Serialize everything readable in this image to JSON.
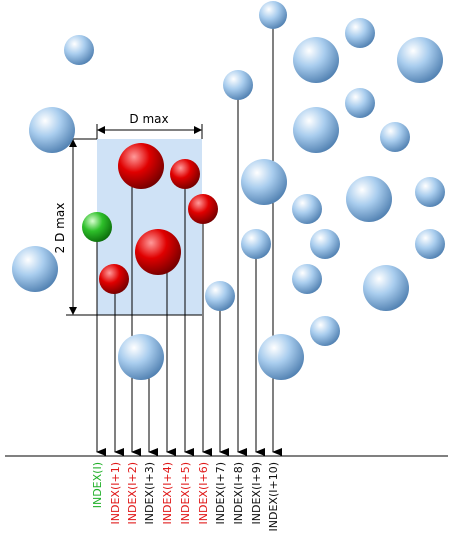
{
  "dimensions": {
    "width_label": "D max",
    "height_label": "2 D max"
  },
  "colors": {
    "current_particle": "#22c11f",
    "in_window_particle": "#d40000",
    "other_particle": "#8fbbe3",
    "window_fill": "#cfe2f6",
    "current_label": "#22b02a",
    "in_window_label": "#e01818",
    "out_window_label": "#111111"
  },
  "index_labels": [
    {
      "text": "INDEX(I)",
      "status": "current"
    },
    {
      "text": "INDEX(I+1)",
      "status": "in_window"
    },
    {
      "text": "INDEX(I+2)",
      "status": "in_window"
    },
    {
      "text": "INDEX(I+3)",
      "status": "out_window"
    },
    {
      "text": "INDEX(I+4)",
      "status": "in_window"
    },
    {
      "text": "INDEX(I+5)",
      "status": "in_window"
    },
    {
      "text": "INDEX(I+6)",
      "status": "in_window"
    },
    {
      "text": "INDEX(I+7)",
      "status": "out_window"
    },
    {
      "text": "INDEX(I+8)",
      "status": "out_window"
    },
    {
      "text": "INDEX(I+9)",
      "status": "out_window"
    },
    {
      "text": "INDEX(I+10)",
      "status": "out_window"
    }
  ]
}
